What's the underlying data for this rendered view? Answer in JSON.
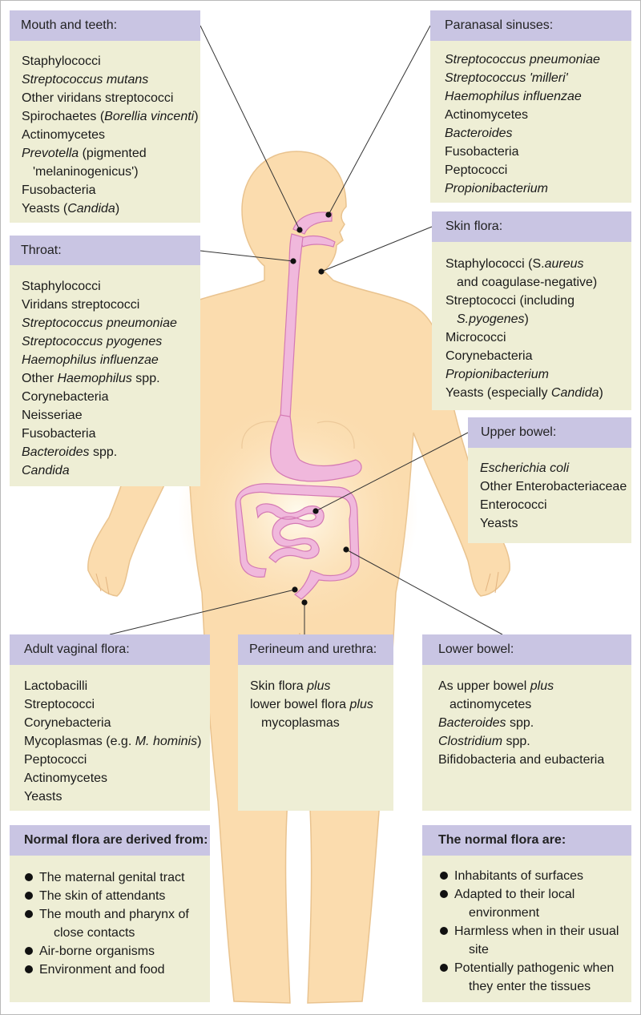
{
  "colors": {
    "header_fill": "#c9c5e3",
    "body_fill": "#eeeed5",
    "skin": "#fbdcae",
    "gut": "#f0b8dc",
    "gut_outline": "#d47ab4",
    "leader_line": "#333333"
  },
  "boxes": {
    "mouth": {
      "title": "Mouth and teeth:",
      "lines": [
        {
          "runs": [
            {
              "t": "Staphylococci"
            }
          ]
        },
        {
          "runs": [
            {
              "t": "Streptococcus mutans",
              "i": true
            }
          ]
        },
        {
          "runs": [
            {
              "t": "Other viridans streptococci"
            }
          ]
        },
        {
          "runs": [
            {
              "t": "Spirochaetes ("
            },
            {
              "t": "Borellia vincenti",
              "i": true
            },
            {
              "t": ")"
            }
          ]
        },
        {
          "runs": [
            {
              "t": "Actinomycetes"
            }
          ]
        },
        {
          "runs": [
            {
              "t": "Prevotella",
              "i": true
            },
            {
              "t": " (pigmented"
            }
          ]
        },
        {
          "indent": true,
          "runs": [
            {
              "t": "'melaninogenicus')"
            }
          ]
        },
        {
          "runs": [
            {
              "t": "Fusobacteria"
            }
          ]
        },
        {
          "runs": [
            {
              "t": "Yeasts ("
            },
            {
              "t": "Candida",
              "i": true
            },
            {
              "t": ")"
            }
          ]
        }
      ]
    },
    "sinuses": {
      "title": "Paranasal sinuses:",
      "lines": [
        {
          "runs": [
            {
              "t": "Streptococcus pneumoniae",
              "i": true
            }
          ]
        },
        {
          "runs": [
            {
              "t": "Streptococcus 'milleri'",
              "i": true
            }
          ]
        },
        {
          "runs": [
            {
              "t": "Haemophilus influenzae",
              "i": true
            }
          ]
        },
        {
          "runs": [
            {
              "t": "Actinomycetes"
            }
          ]
        },
        {
          "runs": [
            {
              "t": "Bacteroides",
              "i": true
            }
          ]
        },
        {
          "runs": [
            {
              "t": "Fusobacteria"
            }
          ]
        },
        {
          "runs": [
            {
              "t": "Peptococci"
            }
          ]
        },
        {
          "runs": [
            {
              "t": "Propionibacterium",
              "i": true
            }
          ]
        }
      ]
    },
    "throat": {
      "title": "Throat:",
      "lines": [
        {
          "runs": [
            {
              "t": "Staphylococci"
            }
          ]
        },
        {
          "runs": [
            {
              "t": "Viridans streptococci"
            }
          ]
        },
        {
          "runs": [
            {
              "t": "Streptococcus pneumoniae",
              "i": true
            }
          ]
        },
        {
          "runs": [
            {
              "t": "Streptococcus pyogenes",
              "i": true
            }
          ]
        },
        {
          "runs": [
            {
              "t": "Haemophilus influenzae",
              "i": true
            }
          ]
        },
        {
          "runs": [
            {
              "t": "Other "
            },
            {
              "t": "Haemophilus",
              "i": true
            },
            {
              "t": " spp."
            }
          ]
        },
        {
          "runs": [
            {
              "t": "Corynebacteria"
            }
          ]
        },
        {
          "runs": [
            {
              "t": "Neisseriae"
            }
          ]
        },
        {
          "runs": [
            {
              "t": "Fusobacteria"
            }
          ]
        },
        {
          "runs": [
            {
              "t": "Bacteroides",
              "i": true
            },
            {
              "t": " spp."
            }
          ]
        },
        {
          "runs": [
            {
              "t": "Candida",
              "i": true
            }
          ]
        }
      ]
    },
    "skin": {
      "title": "Skin flora:",
      "lines": [
        {
          "runs": [
            {
              "t": "Staphylococci (S."
            },
            {
              "t": "aureus",
              "i": true
            }
          ]
        },
        {
          "indent": true,
          "runs": [
            {
              "t": "and coagulase-negative)"
            }
          ]
        },
        {
          "runs": [
            {
              "t": "Streptococci (including"
            }
          ]
        },
        {
          "indent": true,
          "runs": [
            {
              "t": "S.pyogenes",
              "i": true
            },
            {
              "t": ")"
            }
          ]
        },
        {
          "runs": [
            {
              "t": "Micrococci"
            }
          ]
        },
        {
          "runs": [
            {
              "t": "Corynebacteria"
            }
          ]
        },
        {
          "runs": [
            {
              "t": "Propionibacterium",
              "i": true
            }
          ]
        },
        {
          "runs": [
            {
              "t": "Yeasts (especially "
            },
            {
              "t": "Candida",
              "i": true
            },
            {
              "t": ")"
            }
          ]
        }
      ]
    },
    "upper_bowel": {
      "title": "Upper bowel:",
      "lines": [
        {
          "runs": [
            {
              "t": "Escherichia coli",
              "i": true
            }
          ]
        },
        {
          "runs": [
            {
              "t": "Other Enterobacteriaceae"
            }
          ]
        },
        {
          "runs": [
            {
              "t": "Enterococci"
            }
          ]
        },
        {
          "runs": [
            {
              "t": "Yeasts"
            }
          ]
        }
      ]
    },
    "vaginal": {
      "title": "Adult vaginal flora:",
      "lines": [
        {
          "runs": [
            {
              "t": "Lactobacilli"
            }
          ]
        },
        {
          "runs": [
            {
              "t": "Streptococci"
            }
          ]
        },
        {
          "runs": [
            {
              "t": "Corynebacteria"
            }
          ]
        },
        {
          "runs": [
            {
              "t": "Mycoplasmas (e.g. "
            },
            {
              "t": "M. hominis",
              "i": true
            },
            {
              "t": ")"
            }
          ]
        },
        {
          "runs": [
            {
              "t": "Peptococci"
            }
          ]
        },
        {
          "runs": [
            {
              "t": "Actinomycetes"
            }
          ]
        },
        {
          "runs": [
            {
              "t": "Yeasts"
            }
          ]
        }
      ]
    },
    "perineum": {
      "title": "Perineum and urethra:",
      "lines": [
        {
          "runs": [
            {
              "t": "Skin flora "
            },
            {
              "t": "plus",
              "i": true
            }
          ]
        },
        {
          "runs": [
            {
              "t": "lower bowel flora "
            },
            {
              "t": "plus",
              "i": true
            }
          ]
        },
        {
          "indent": true,
          "runs": [
            {
              "t": "mycoplasmas"
            }
          ]
        }
      ]
    },
    "lower_bowel": {
      "title": "Lower bowel:",
      "lines": [
        {
          "runs": [
            {
              "t": "As upper bowel "
            },
            {
              "t": "plus",
              "i": true
            }
          ]
        },
        {
          "indent": true,
          "runs": [
            {
              "t": "actinomycetes"
            }
          ]
        },
        {
          "runs": [
            {
              "t": "Bacteroides",
              "i": true
            },
            {
              "t": " spp."
            }
          ]
        },
        {
          "runs": [
            {
              "t": "Clostridium",
              "i": true
            },
            {
              "t": " spp."
            }
          ]
        },
        {
          "runs": [
            {
              "t": "Bifidobacteria and eubacteria"
            }
          ]
        }
      ]
    },
    "derived": {
      "title": "Normal flora are derived from:",
      "bullets": [
        [
          "The maternal genital tract"
        ],
        [
          "The skin of attendants"
        ],
        [
          "The mouth and pharynx of",
          "close  contacts"
        ],
        [
          "Air-borne organisms"
        ],
        [
          "Environment and food"
        ]
      ]
    },
    "normal_are": {
      "title": "The normal flora are:",
      "bullets": [
        [
          "Inhabitants of surfaces"
        ],
        [
          "Adapted to their local",
          "environment"
        ],
        [
          "Harmless when in their usual",
          "site"
        ],
        [
          "Potentially pathogenic when",
          "they enter the tissues"
        ]
      ]
    }
  }
}
